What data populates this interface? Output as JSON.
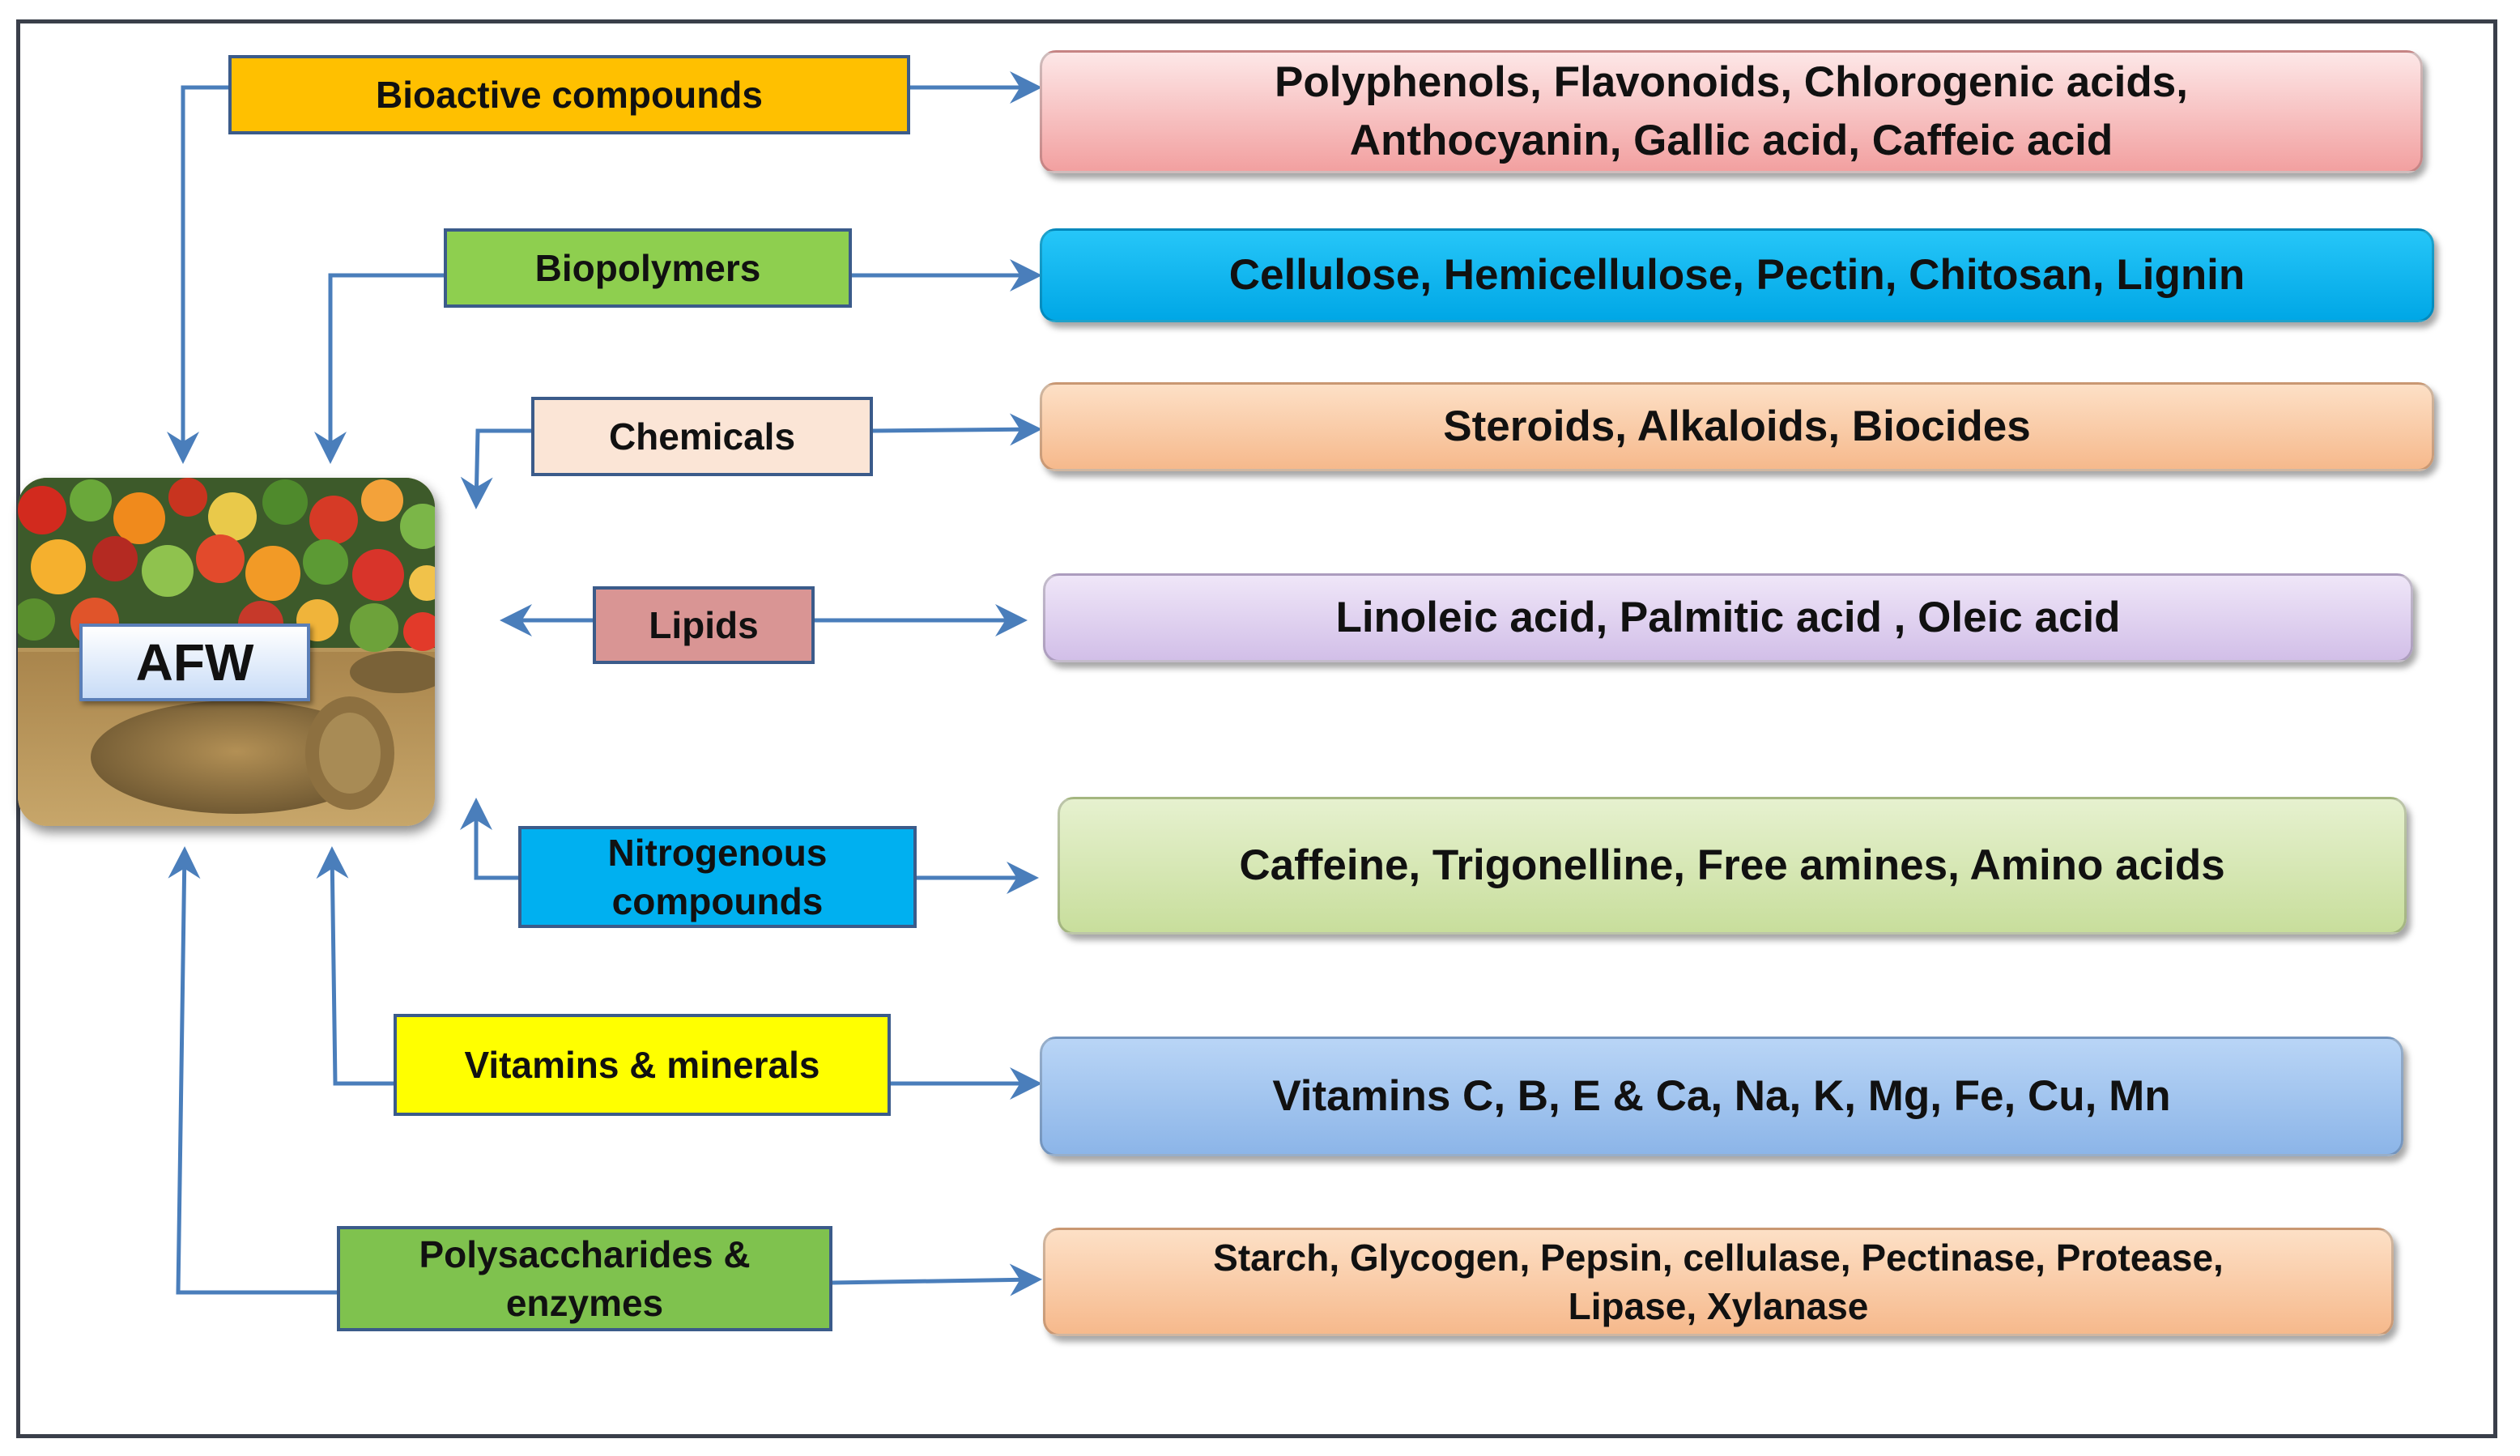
{
  "center": {
    "label": "AFW"
  },
  "categories": [
    {
      "label": "Bioactive compounds",
      "color": "#ffc000"
    },
    {
      "label": "Biopolymers",
      "color": "#8ecf4f"
    },
    {
      "label": "Chemicals",
      "color": "#fbe5d6"
    },
    {
      "label": "Lipids",
      "color": "#d99594"
    },
    {
      "label": "Nitrogenous\ncompounds",
      "color": "#00b0f0"
    },
    {
      "label": "Vitamins  & minerals",
      "color": "#ffff00"
    },
    {
      "label": "Polysaccharides &\nenzymes",
      "color": "#7fc24e"
    }
  ],
  "results": [
    {
      "text": "Polyphenols, Flavonoids, Chlorogenic acids,\nAnthocyanin, Gallic acid, Caffeic acid",
      "color_top": "#fde7e7",
      "color_bottom": "#f2a0a0"
    },
    {
      "text": "Cellulose, Hemicellulose, Pectin, Chitosan, Lignin",
      "color_top": "#26c6f8",
      "color_bottom": "#00a7e6"
    },
    {
      "text": "Steroids, Alkaloids, Biocides",
      "color_top": "#fde0c6",
      "color_bottom": "#f6b98c"
    },
    {
      "text": "Linoleic acid, Palmitic acid , Oleic acid",
      "color_top": "#efe6f8",
      "color_bottom": "#d2bfe8"
    },
    {
      "text": "Caffeine, Trigonelline, Free amines, Amino acids",
      "color_top": "#e6f1cf",
      "color_bottom": "#c8de9c"
    },
    {
      "text": "Vitamins C, B, E & Ca, Na, K, Mg, Fe, Cu, Mn",
      "color_top": "#b9d5f6",
      "color_bottom": "#8cb5e8"
    },
    {
      "text": "Starch, Glycogen, Pepsin, cellulase, Pectinase, Protease,\nLipase, Xylanase",
      "color_top": "#fde0c6",
      "color_bottom": "#f6b98c"
    }
  ],
  "colors": {
    "arrow": "#4a7ebb",
    "frame": "#3a3f4a"
  },
  "icons": [
    "food-waste-photo",
    "arrow-icon"
  ]
}
